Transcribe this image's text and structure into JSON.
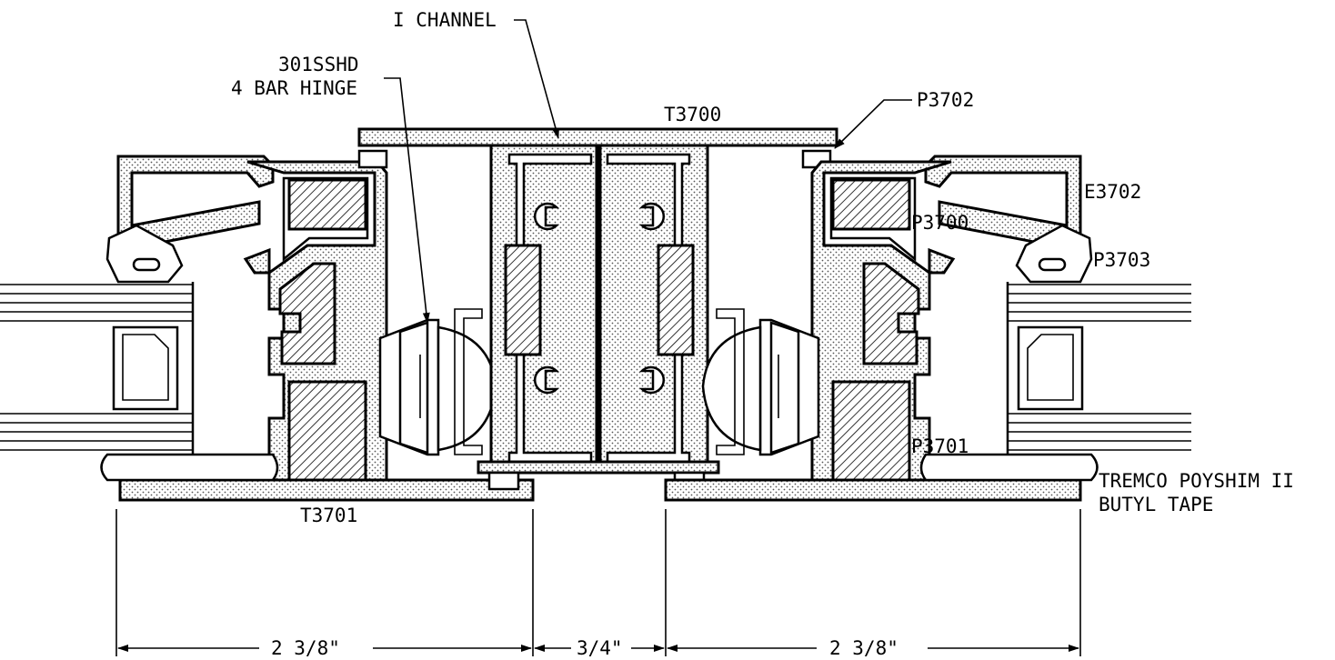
{
  "labels": {
    "i_channel": "I CHANNEL",
    "hinge_line1": "301SSHD",
    "hinge_line2": "4 BAR HINGE",
    "t3700": "T3700",
    "p3702": "P3702",
    "e3702": "E3702",
    "p3700": "P3700",
    "p3703": "P3703",
    "p3701": "P3701",
    "t3701": "T3701",
    "tape_line1": "TREMCO POYSHIM II",
    "tape_line2": "BUTYL TAPE"
  },
  "dimensions": {
    "left": "2 3/8\"",
    "middle": "3/4\"",
    "right": "2 3/8\""
  }
}
